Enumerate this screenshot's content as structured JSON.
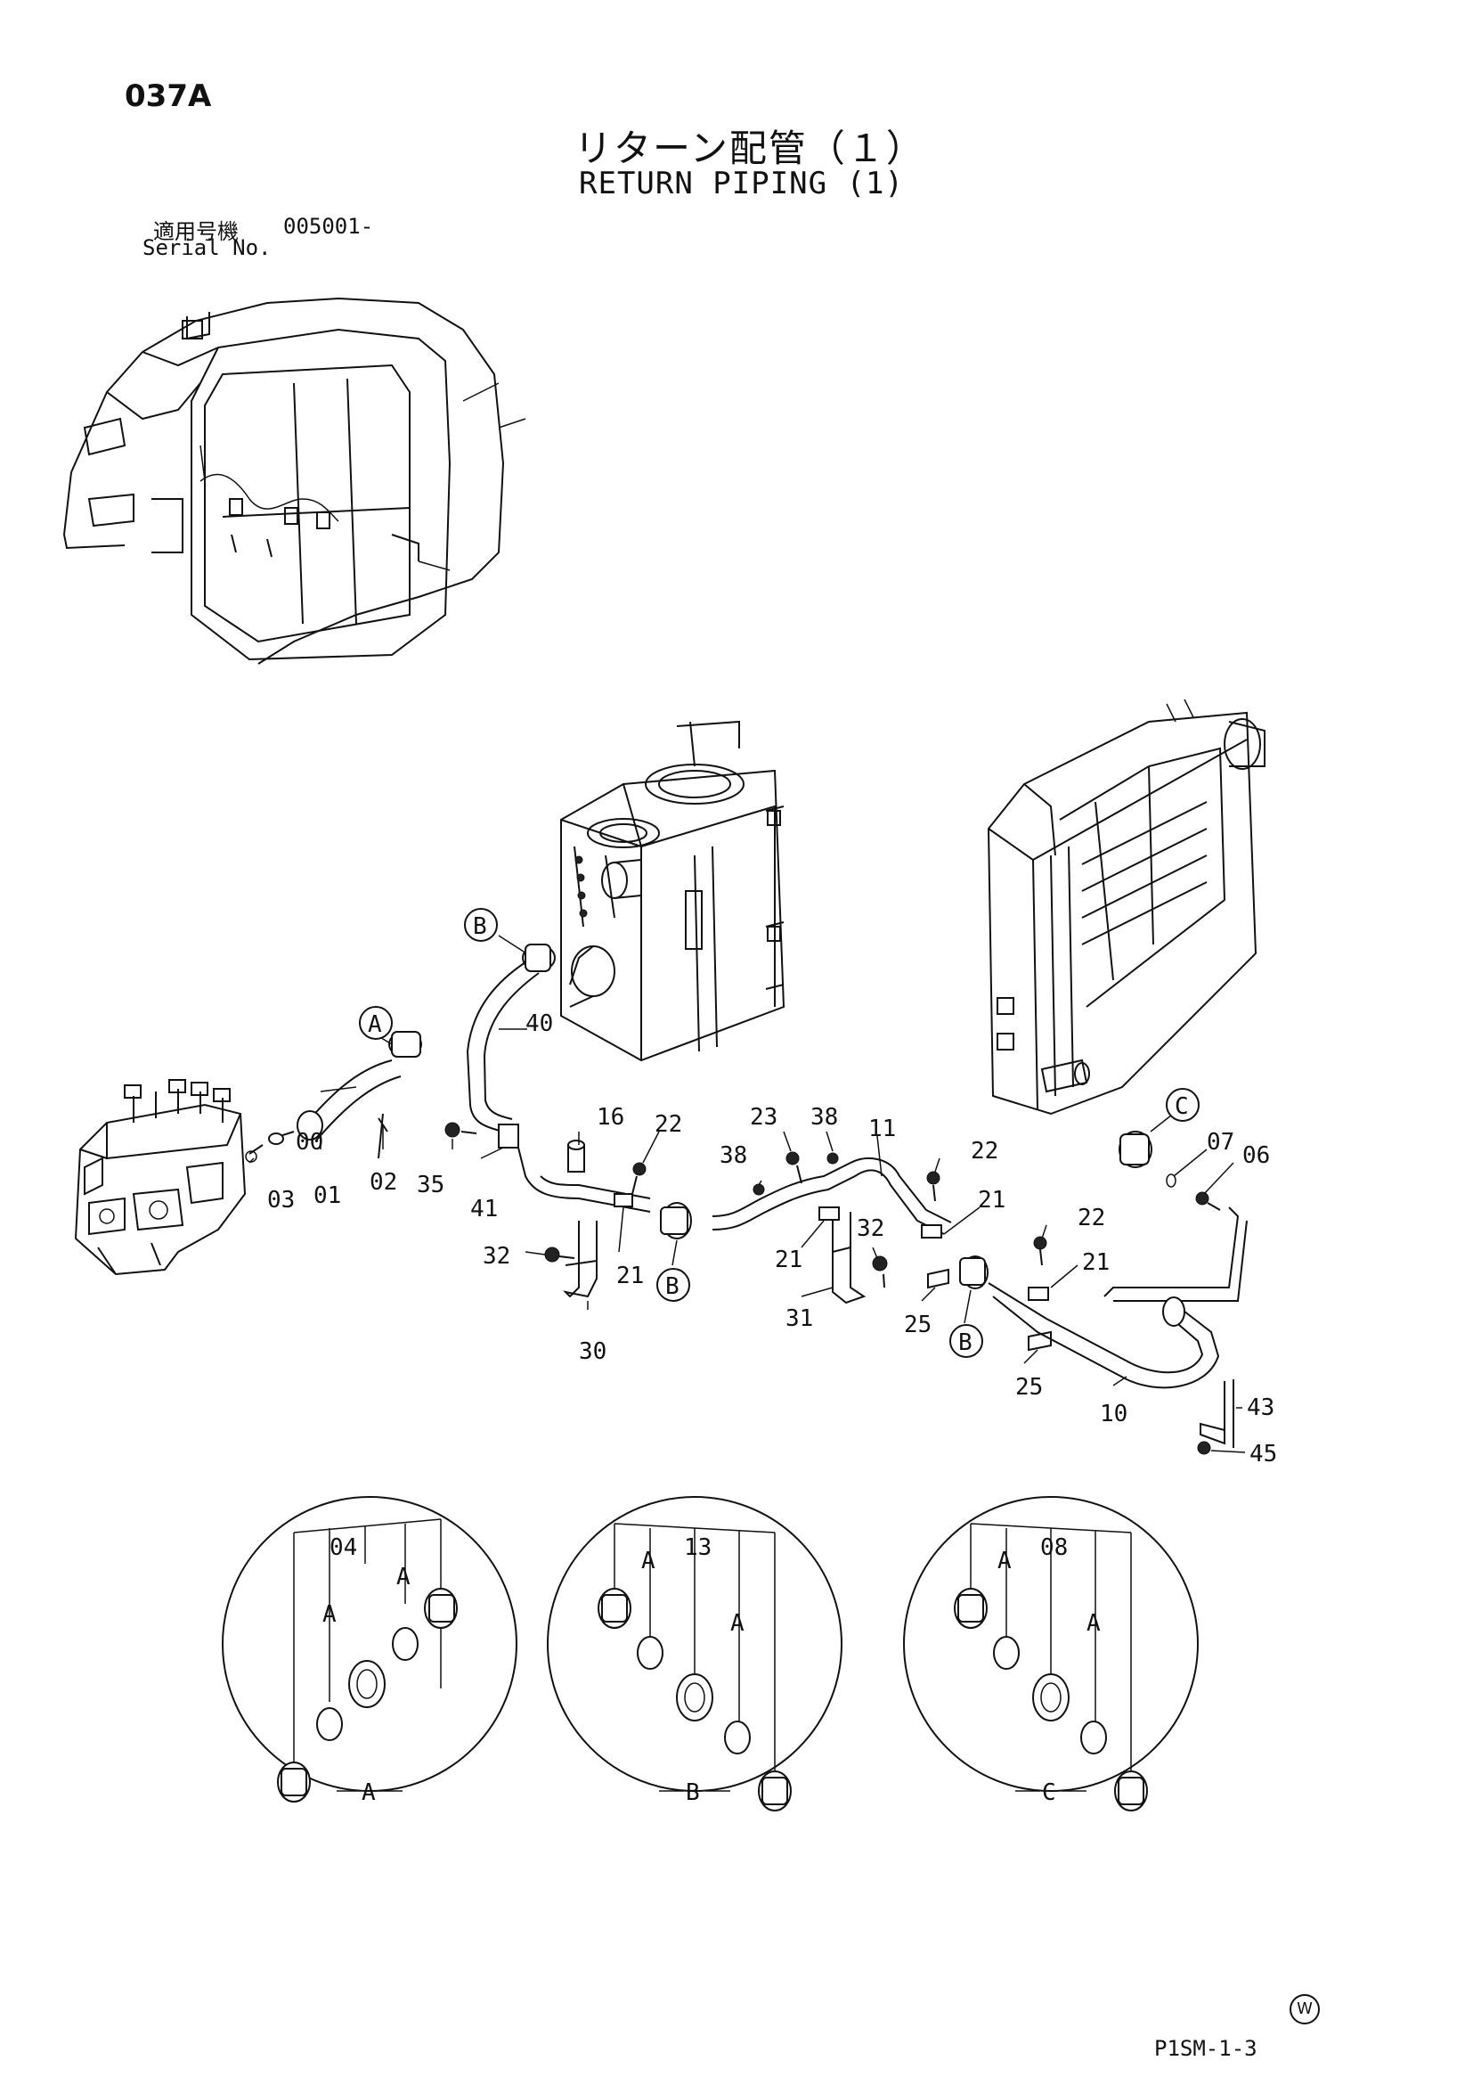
{
  "page_code": "037A",
  "title_jp": "リターン配管（１）",
  "title_en": "RETURN PIPING (1)",
  "serial_label_jp": "適用号機",
  "serial_value": "005001-",
  "serial_label_en": "Serial No.",
  "footer_code": "P1SM-1-3",
  "mark": "W",
  "callouts": [
    {
      "id": "00",
      "text": "00"
    },
    {
      "id": "01",
      "text": "01"
    },
    {
      "id": "02",
      "text": "02"
    },
    {
      "id": "03",
      "text": "03"
    },
    {
      "id": "35",
      "text": "35"
    },
    {
      "id": "41",
      "text": "41"
    },
    {
      "id": "40",
      "text": "40"
    },
    {
      "id": "16",
      "text": "16"
    },
    {
      "id": "22a",
      "text": "22"
    },
    {
      "id": "23",
      "text": "23"
    },
    {
      "id": "38a",
      "text": "38"
    },
    {
      "id": "38b",
      "text": "38"
    },
    {
      "id": "11",
      "text": "11"
    },
    {
      "id": "32a",
      "text": "32"
    },
    {
      "id": "21a",
      "text": "21"
    },
    {
      "id": "30",
      "text": "30"
    },
    {
      "id": "21b",
      "text": "21"
    },
    {
      "id": "32b",
      "text": "32"
    },
    {
      "id": "31",
      "text": "31"
    },
    {
      "id": "22b",
      "text": "22"
    },
    {
      "id": "21c",
      "text": "21"
    },
    {
      "id": "25a",
      "text": "25"
    },
    {
      "id": "22c",
      "text": "22"
    },
    {
      "id": "21d",
      "text": "21"
    },
    {
      "id": "25b",
      "text": "25"
    },
    {
      "id": "10",
      "text": "10"
    },
    {
      "id": "07",
      "text": "07"
    },
    {
      "id": "06",
      "text": "06"
    },
    {
      "id": "43",
      "text": "43"
    },
    {
      "id": "45",
      "text": "45"
    }
  ],
  "circle_refs": {
    "A": "A",
    "B": "B",
    "C": "C"
  },
  "details": [
    {
      "label": "A",
      "kit": "04",
      "sub": "A"
    },
    {
      "label": "B",
      "kit": "13",
      "sub": "A"
    },
    {
      "label": "C",
      "kit": "08",
      "sub": "A"
    }
  ]
}
